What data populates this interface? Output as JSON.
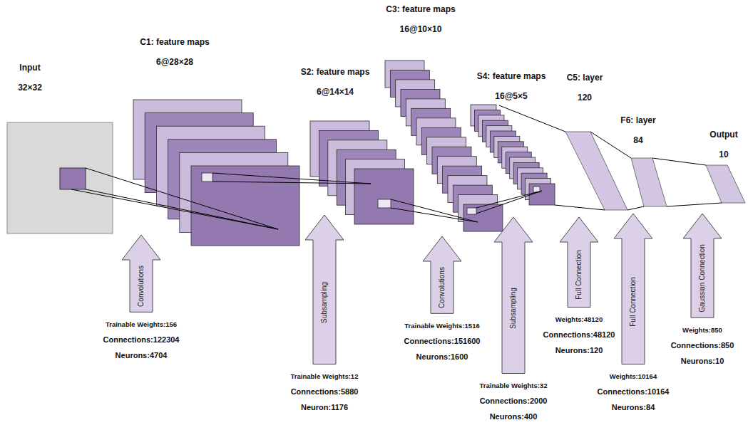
{
  "diagram": {
    "nodes": [
      {
        "text": [
          "Input",
          "32×32"
        ]
      },
      {
        "text": [
          "C1: feature maps",
          "6@28×28"
        ]
      },
      {
        "text": [
          "S2: feature maps",
          "6@14×14"
        ]
      },
      {
        "text": [
          "C3: feature maps",
          "16@10×10"
        ]
      },
      {
        "text": [
          "S4: feature maps",
          "16@5×5"
        ]
      },
      {
        "text": [
          "C5: layer",
          "120"
        ]
      },
      {
        "text": [
          "F6: layer",
          "84"
        ]
      },
      {
        "text": [
          "Output",
          "10"
        ]
      },
      {
        "text": [
          "Convolutions"
        ]
      },
      {
        "text": [
          "Subsampling"
        ]
      },
      {
        "text": [
          "Convolutions"
        ]
      },
      {
        "text": [
          "Subsampling"
        ]
      },
      {
        "text": [
          "Full Connection"
        ]
      },
      {
        "text": [
          "Full Connection"
        ]
      },
      {
        "text": [
          "Gaussian Connection"
        ]
      }
    ],
    "edges": [
      {
        "from": 0,
        "to": 1,
        "arrow": "none"
      },
      {
        "from": 1,
        "to": 2,
        "arrow": "none"
      },
      {
        "from": 2,
        "to": 3,
        "arrow": "none"
      },
      {
        "from": 3,
        "to": 4,
        "arrow": "none"
      },
      {
        "from": 4,
        "to": 5,
        "arrow": "none"
      },
      {
        "from": 5,
        "to": 6,
        "arrow": "none"
      },
      {
        "from": 6,
        "to": 7,
        "arrow": "none"
      }
    ],
    "labels": [
      "Trainable Weights:156",
      "Connections:122304",
      "Neurons:4704",
      "Trainable Weights:12",
      "Connections:5880",
      "Neuron:1176",
      "Trainable Weights:1516",
      "Connections:151600",
      "Neurons:1600",
      "Trainable Weights:32",
      "Connections:2000",
      "Neurons:400",
      "Weights:48120",
      "Connections:48120",
      "Neurons:120",
      "Weights:10164",
      "Connections:10164",
      "Neurons:84",
      "Weights:850",
      "Connections:850",
      "Neurons:10"
    ]
  }
}
